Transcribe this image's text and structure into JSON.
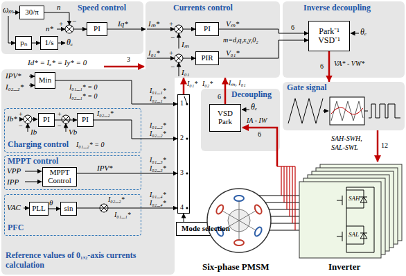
{
  "diagram": {
    "nodes": [
      {
        "text": [
          "Speed control"
        ]
      },
      {
        "text": [
          "30/π"
        ],
        "in": 0
      },
      {
        "text": [
          "PI"
        ],
        "in": 0
      },
      {
        "text": [
          "pₙ"
        ],
        "in": 0
      },
      {
        "text": [
          "1/s"
        ],
        "in": 0
      },
      {
        "text": [
          "Currents control"
        ]
      },
      {
        "text": [
          "PI"
        ],
        "in": 5
      },
      {
        "text": [
          "PIR"
        ],
        "in": 5
      },
      {
        "text": [
          "Inverse decoupling"
        ]
      },
      {
        "text": [
          "Park⁻¹ VSD⁻¹"
        ],
        "in": 8
      },
      {
        "text": [
          "Gate signal"
        ]
      },
      {
        "text": [
          "Reference values of 0₁,₂-axis currents calculation"
        ]
      },
      {
        "text": [
          "Min"
        ],
        "in": 11
      },
      {
        "text": [
          "Charging control"
        ],
        "in": 11
      },
      {
        "text": [
          "PI"
        ],
        "in": 13
      },
      {
        "text": [
          "PI"
        ],
        "in": 13
      },
      {
        "text": [
          "MPPT control"
        ],
        "in": 11
      },
      {
        "text": [
          "MPPT Control"
        ],
        "in": 16
      },
      {
        "text": [
          "PFC"
        ],
        "in": 11
      },
      {
        "text": [
          "PLL"
        ],
        "in": 18
      },
      {
        "text": [
          "sin"
        ],
        "in": 18
      },
      {
        "text": [
          "1",
          "2",
          "3",
          "4"
        ]
      },
      {
        "text": [
          "Mode selection"
        ]
      },
      {
        "text": [
          "Decoupling"
        ]
      },
      {
        "text": [
          "VSD Park"
        ],
        "in": 23
      }
    ],
    "edges": [
      {
        "from": 2,
        "to": 5,
        "arrow": "to",
        "label": "Iq*"
      },
      {
        "from": 3,
        "to": 4,
        "arrow": "to"
      },
      {
        "from": 6,
        "to": 9,
        "arrow": "to",
        "label": "Vₘ*"
      },
      {
        "from": 7,
        "to": 9,
        "arrow": "to",
        "label": "V₀₁*"
      },
      {
        "from": 9,
        "to": 10,
        "arrow": "to",
        "label": "VA* - VW*"
      },
      {
        "from": 24,
        "to": 5,
        "arrow": "to",
        "label": "Iₘ, I₀₁"
      },
      {
        "from": 21,
        "to": 5,
        "arrow": "to"
      },
      {
        "from": 12,
        "to": 21,
        "arrow": "to"
      },
      {
        "from": 14,
        "to": 15,
        "arrow": "to"
      },
      {
        "from": 15,
        "to": 21,
        "arrow": "to",
        "label": "I₀₂_₂*"
      },
      {
        "from": 17,
        "to": 21,
        "arrow": "to",
        "label": "IPV*"
      },
      {
        "from": 19,
        "to": 20,
        "arrow": "to",
        "label": "θ"
      },
      {
        "from": 20,
        "to": 21,
        "arrow": "to"
      },
      {
        "from": 22,
        "to": 21,
        "arrow": "to"
      }
    ],
    "labels": [
      "ωₘ",
      "n",
      "−",
      "n*",
      "+",
      "θₑ",
      "Id* = Iₓ* = Iy* = 0",
      "3",
      "Iₘ*",
      "+",
      "−",
      "Iₘ",
      "m=d,q,x,y,0₂",
      "I₀₁*",
      "+",
      "−",
      "I₀₁",
      "6",
      "I₀₁*",
      "I₀₂*",
      "θₑ",
      "6",
      "SAH-SWH,",
      "SAL-SWL",
      "12",
      "6",
      "θₑ",
      "IA - IW",
      "6",
      "IPV*",
      "I₀₂_₂*",
      "I₀₁_₁* = 0",
      "I₀₂_₁* = 0",
      "I₀₁_₁*",
      "I₀₂_₁*",
      "I₀₁_₂*",
      "I₀₂_₂*",
      "I₀₁_₃*",
      "I₀₂_₃*",
      "I₀₁_₄*",
      "I₀₂_₄*",
      "Ib*",
      "+",
      "−",
      "Ib",
      "+",
      "−",
      "Vb",
      "I₀₁_₂* = 0",
      "VPP",
      "IPP",
      "VAC",
      "I₀₂_₂*",
      "I₀₁_₁*",
      "Six-phase PMSM",
      "Inverter",
      "SAH",
      "SAL"
    ]
  }
}
